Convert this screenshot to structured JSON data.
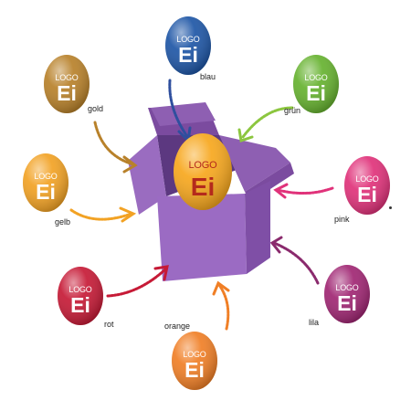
{
  "logo_text": "LOGO",
  "ei_text": "Ei",
  "eggs": [
    {
      "key": "blau",
      "label": "blau",
      "color": "#1e56a6",
      "text_color": "#ffffff"
    },
    {
      "key": "gruen",
      "label": "grün",
      "color": "#66b22f",
      "text_color": "#ffffff"
    },
    {
      "key": "gold",
      "label": "gold",
      "color": "#b8812a",
      "text_color": "#ffffff"
    },
    {
      "key": "gelb",
      "label": "gelb",
      "color": "#f2a224",
      "text_color": "#ffffff"
    },
    {
      "key": "pink",
      "label": "pink",
      "color": "#e0327a",
      "text_color": "#ffffff"
    },
    {
      "key": "rot",
      "label": "rot",
      "color": "#c61a36",
      "text_color": "#ffffff"
    },
    {
      "key": "orange",
      "label": "orange",
      "color": "#f07f26",
      "text_color": "#ffffff"
    },
    {
      "key": "lila",
      "label": "lila",
      "color": "#a02673",
      "text_color": "#ffffff"
    }
  ],
  "center_egg": {
    "color": "#f7a71d",
    "text_color": "#b42a1c"
  },
  "box": {
    "color": "#8e5fb2"
  }
}
